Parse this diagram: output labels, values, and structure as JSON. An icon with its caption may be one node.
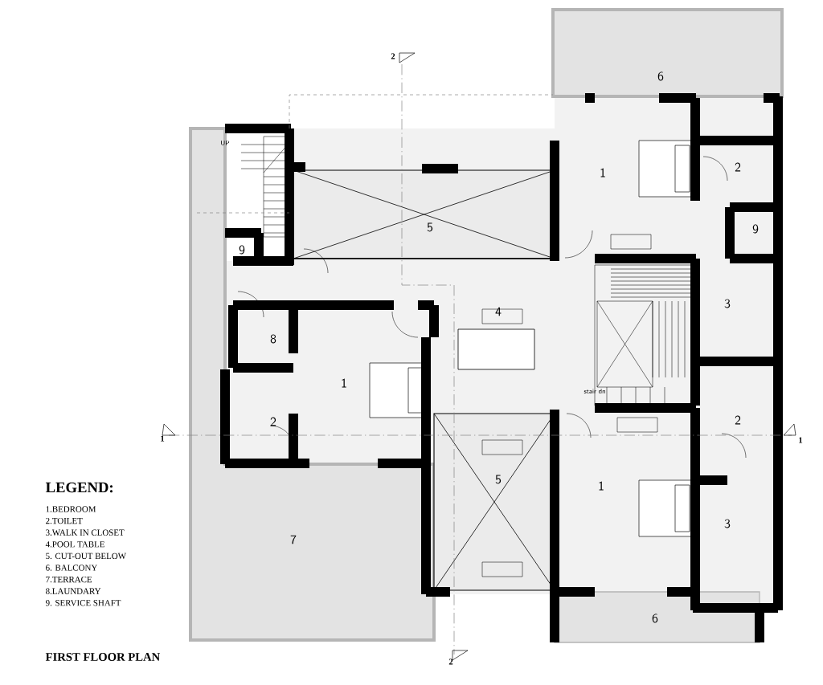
{
  "diagram": {
    "title": "FIRST FLOOR PLAN",
    "labels": [
      "2",
      "6",
      "UP",
      "2",
      "1",
      "5",
      "9",
      "9",
      "3",
      "4",
      "8",
      "1",
      "stair dn",
      "2",
      "2",
      "1",
      "1",
      "5",
      "1",
      "3",
      "7",
      "6",
      "2",
      "LEGEND:",
      "1.BEDROOM",
      "2.TOILET",
      "3.WALK IN CLOSET",
      "4.POOL TABLE",
      "5. CUT-OUT BELOW",
      "6. BALCONY",
      "7.TERRACE",
      "8.LAUNDARY",
      "9. SERVICE SHAFT"
    ]
  }
}
